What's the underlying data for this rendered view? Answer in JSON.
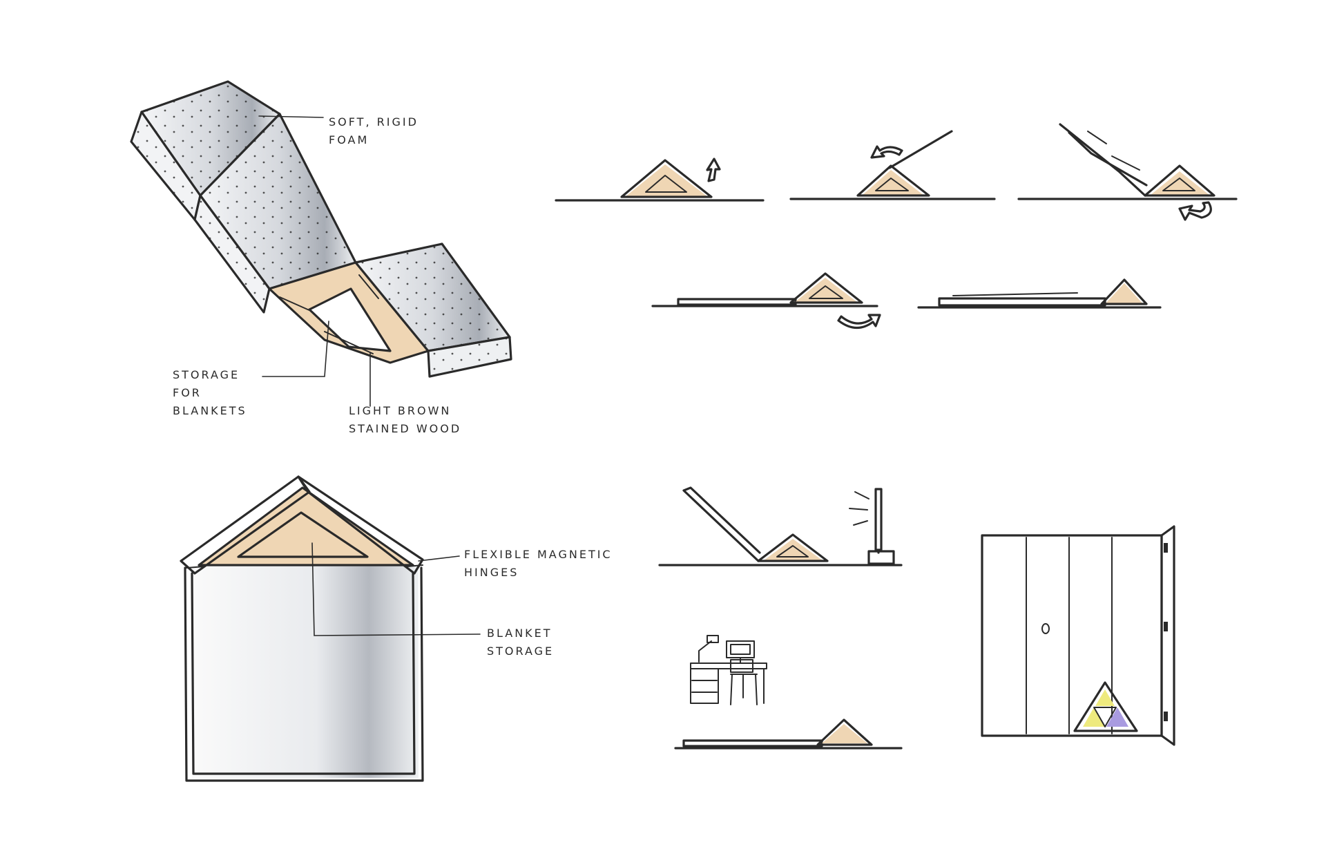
{
  "colors": {
    "ink": "#2a2a2a",
    "foam": "#e4e7ec",
    "foam_shadow": "#9ea3ab",
    "wood": "#efd6b4",
    "wood_grain": "#c9a57a",
    "toy_yellow": "#eeea7e",
    "toy_purple": "#a99be0"
  },
  "annotations": {
    "foam": "SOFT, RIGID\nFOAM",
    "storage": "STORAGE\nFOR\nBLANKETS",
    "wood": "LIGHT BROWN\nSTAINED WOOD",
    "hinges": "FLEXIBLE MAGNETIC\nHINGES",
    "blanket_storage": "BLANKET\nSTORAGE"
  },
  "icons": [
    "rotate-arrow-icon",
    "lamp-icon",
    "monitor-icon",
    "chair-icon",
    "door-knob-icon"
  ]
}
